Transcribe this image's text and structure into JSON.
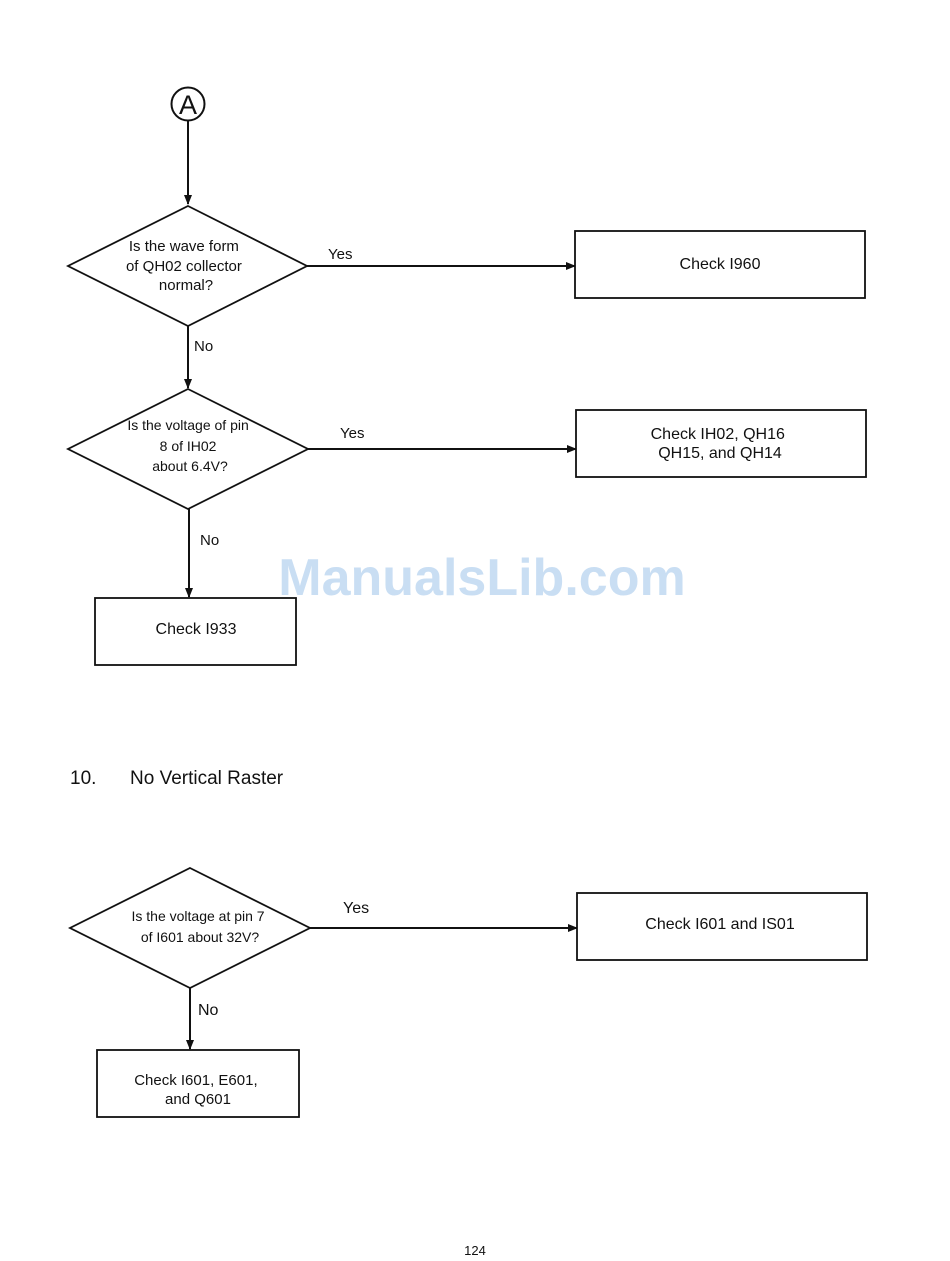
{
  "watermark": "ManualsLib.com",
  "connector": {
    "label": "A"
  },
  "flowchart1": {
    "decision1": {
      "lines": [
        "Is the wave form",
        "of QH02 collector",
        "normal?"
      ]
    },
    "decision1_yes": "Yes",
    "decision1_no": "No",
    "box1": {
      "lines": [
        "Check I960"
      ]
    },
    "decision2": {
      "lines": [
        "Is the voltage of pin",
        "8 of IH02",
        "about 6.4V?"
      ]
    },
    "decision2_yes": "Yes",
    "decision2_no": "No",
    "box2": {
      "lines": [
        "Check IH02, QH16",
        "QH15, and QH14"
      ]
    },
    "box3": {
      "lines": [
        "Check I933"
      ]
    }
  },
  "section": {
    "number": "10.",
    "title": "No Vertical Raster"
  },
  "flowchart2": {
    "decision": {
      "lines": [
        "Is the voltage at pin 7",
        "of I601 about 32V?"
      ]
    },
    "decision_yes": "Yes",
    "decision_no": "No",
    "box_yes": {
      "lines": [
        "Check I601 and IS01"
      ]
    },
    "box_no": {
      "lines": [
        "Check I601, E601,",
        "and Q601"
      ]
    }
  },
  "page_number": "124"
}
